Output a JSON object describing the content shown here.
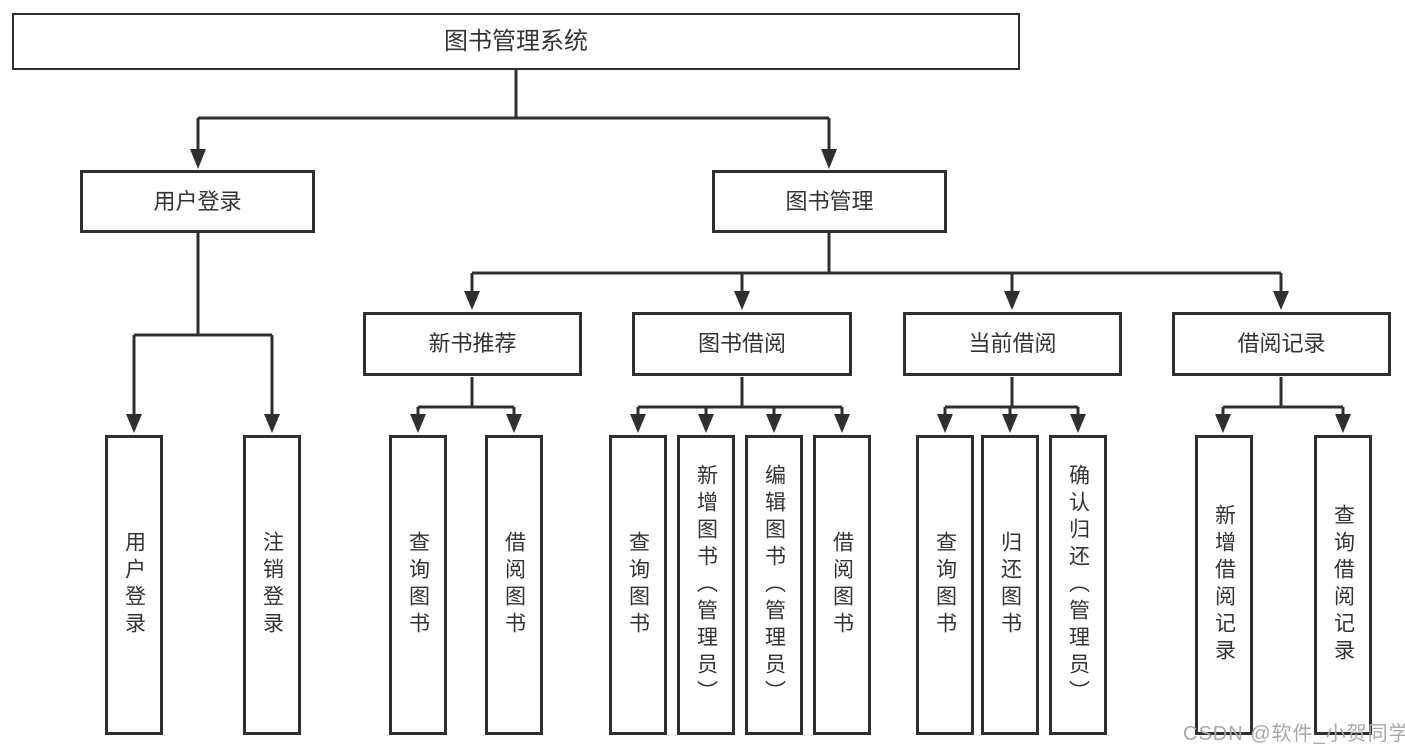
{
  "tree": {
    "root": "图书管理系统",
    "branches": [
      {
        "label": "用户登录",
        "children": [
          "用户登录",
          "注销登录"
        ]
      },
      {
        "label": "图书管理",
        "sections": [
          {
            "label": "新书推荐",
            "children": [
              "查询图书",
              "借阅图书"
            ]
          },
          {
            "label": "图书借阅",
            "children": [
              "查询图书",
              "新增图书（管理员）",
              "编辑图书（管理员）",
              "借阅图书"
            ]
          },
          {
            "label": "当前借阅",
            "children": [
              "查询图书",
              "归还图书",
              "确认归还（管理员）"
            ]
          },
          {
            "label": "借阅记录",
            "children": [
              "新增借阅记录",
              "查询借阅记录"
            ]
          }
        ]
      }
    ]
  },
  "watermark": {
    "text": "CSDN @软件_小贺同学"
  },
  "colors": {
    "line": "#2f2f2f",
    "text": "#333333",
    "watermark": "#a8a8a8",
    "background": "#ffffff"
  }
}
